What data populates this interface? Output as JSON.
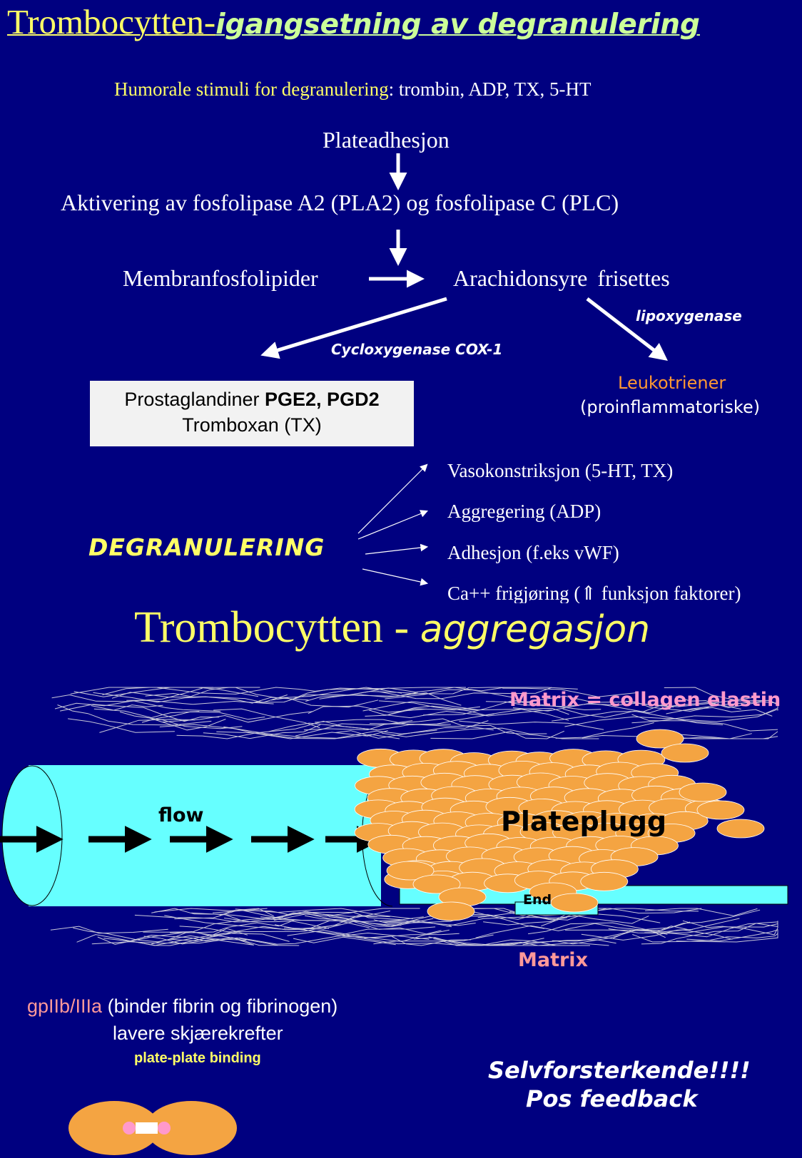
{
  "colors": {
    "background": "#000080",
    "title_yellow": "#ffff66",
    "title_green": "#ccff99",
    "orange": "#ff9933",
    "pink": "#ff99cc",
    "salmon": "#ff9999",
    "vessel": "#66ffff",
    "platelet": "#f4a442"
  },
  "slide1": {
    "title_part1": "Trombocytten-",
    "title_part2": "igangsetning av degranulering",
    "humoral_label": "Humorale stimuli for degranulering",
    "humoral_colon": ":",
    "humoral_list": "trombin, ADP, TX, 5-HT",
    "step1": "Plateadhesjon",
    "step2": "Aktivering av fosfolipase A2 (PLA2) og fosfolipase C (PLC)",
    "membrane": "Membranfosfolipider",
    "arachidonic": "Arachidonsyre frisettes",
    "cox": "Cycloxygenase COX-1",
    "lipoxygenase": "lipoxygenase",
    "box_line1_normal": "Prostaglandiner ",
    "box_line1_bold": "PGE2, PGD2",
    "box_line2": "Tromboxan (TX)",
    "leuko": "Leukotriener",
    "proinfl": "(proinflammatoriske)",
    "degran": "DEGRANULERING",
    "effects": [
      "Vasokonstriksjon (5-HT, TX)",
      "Aggregering  (ADP)",
      "Adhesjon  (f.eks vWF)",
      "Ca++ frigjøring (⇑ funksjon faktorer)"
    ]
  },
  "slide2": {
    "title_part1": "Trombocytten - ",
    "title_part2": "aggregasjon",
    "matrix_top": "Matrix = collagen elastin",
    "flow": "flow",
    "plug": "Plateplugg",
    "endo": "End",
    "matrix_bottom": "Matrix",
    "gp_label": "gpIIb/IIIa",
    "gp_desc": "(binder  fibrin og fibrinogen)",
    "shear": "lavere skjærekrefter",
    "pp_binding": "plate-plate binding",
    "self": "Selvforsterkende!!!!",
    "posfb": "Pos feedback"
  }
}
